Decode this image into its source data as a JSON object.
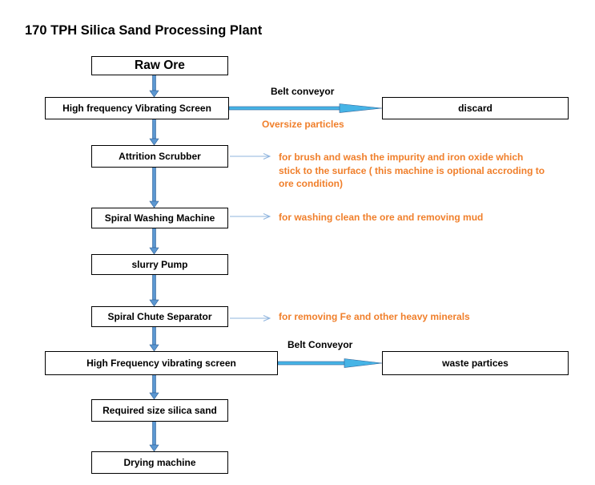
{
  "title": "170 TPH Silica Sand Processing Plant",
  "steps": [
    "Raw Ore",
    "High frequency Vibrating Screen",
    "Attrition Scrubber",
    "Spiral Washing Machine",
    "slurry Pump",
    "Spiral Chute Separator",
    "High Frequency vibrating screen",
    "Required size silica sand",
    "Drying machine"
  ],
  "outputs": {
    "discard": "discard",
    "waste": "waste partices"
  },
  "conveyors": {
    "belt1": "Belt conveyor",
    "belt2": "Belt Conveyor"
  },
  "labels": {
    "oversize": "Oversize particles"
  },
  "notes": {
    "scrubber": [
      "for brush and wash the impurity and iron oxide which",
      "stick to the surface ( this machine is optional accroding to",
      "ore condition)"
    ],
    "spiral_washing": "for washing clean the ore and removing mud",
    "spiral_chute": "for removing Fe and other heavy minerals"
  },
  "colors": {
    "arrow_fill": "#5b97d1",
    "arrow_edge": "#2f5f94",
    "belt_fill": "#46b4e6",
    "thin_arrow": "#8fb4de",
    "note_text": "#f07f2b"
  }
}
